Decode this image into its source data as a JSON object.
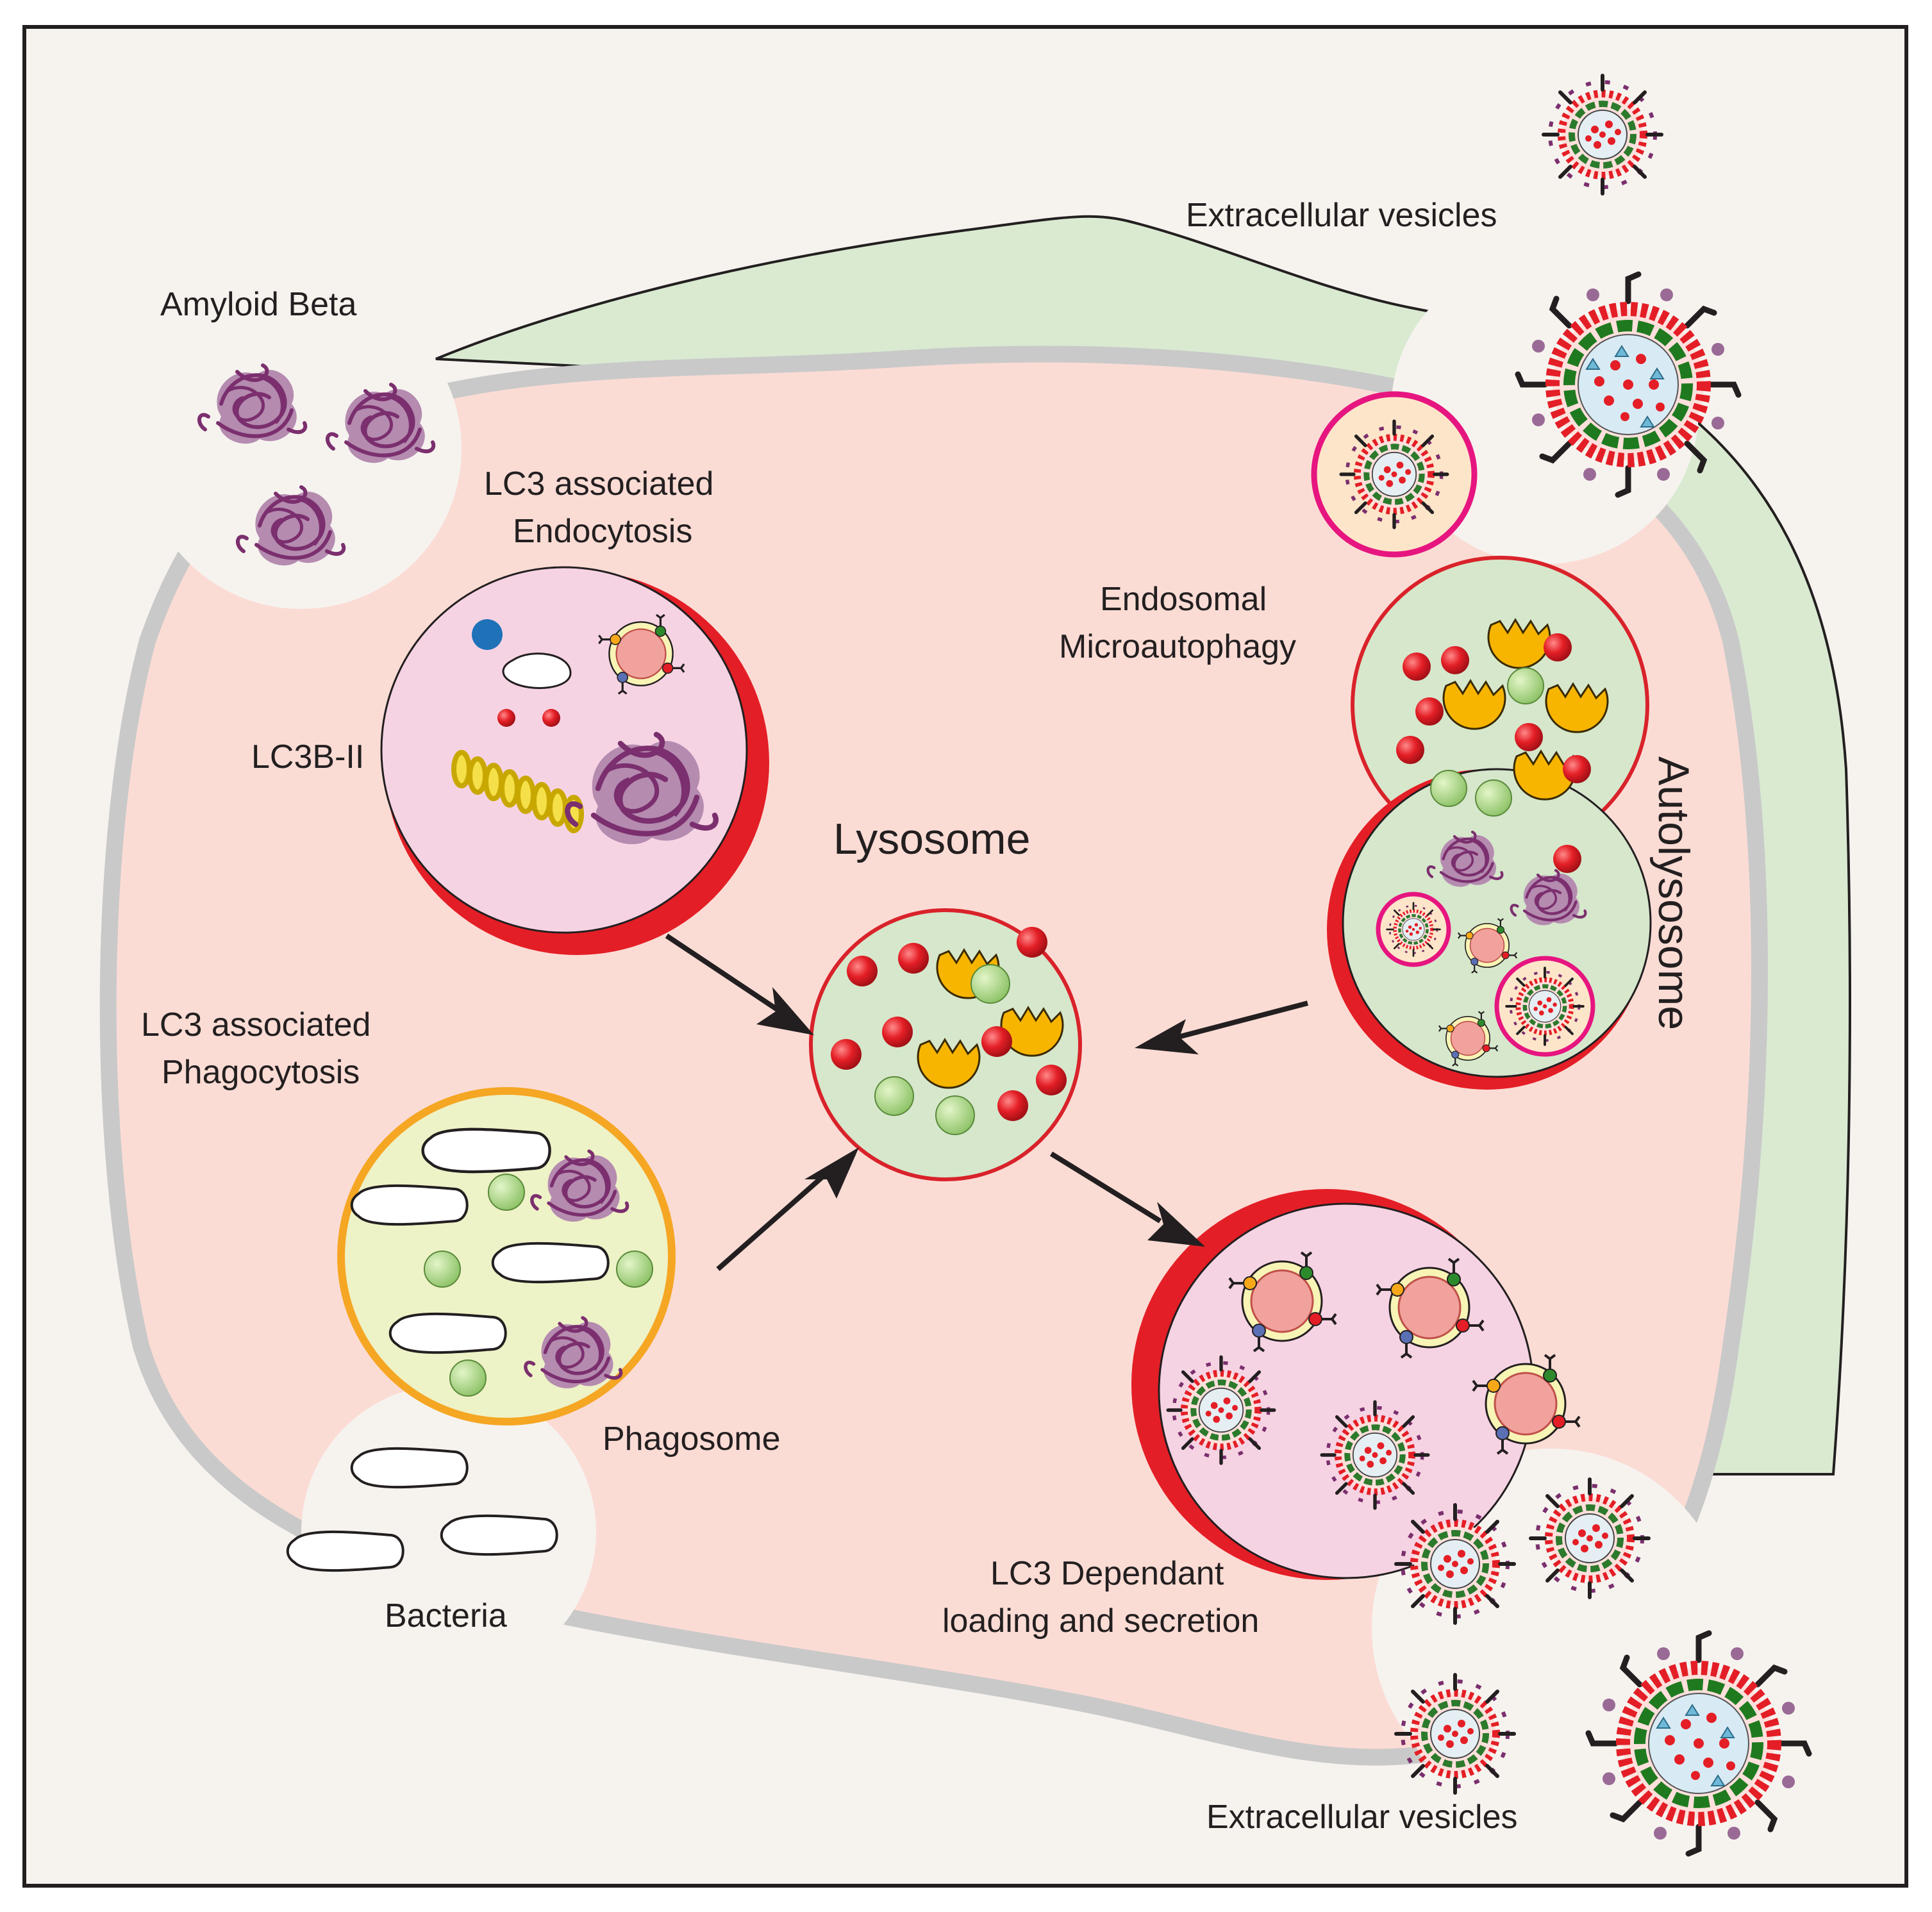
{
  "labels": {
    "ev_top": "Extracellular vesicles",
    "amyloid_beta": "Amyloid Beta",
    "lc3_endocytosis_1": "LC3 associated",
    "lc3_endocytosis_2": "Endocytosis",
    "lc3b_ii": "LC3B-II",
    "endosomal_1": "Endosomal",
    "endosomal_2": "Microautophagy",
    "autolysosome": "Autolysosome",
    "lysosome": "Lysosome",
    "lc3_phagocytosis_1": "LC3 associated",
    "lc3_phagocytosis_2": "Phagocytosis",
    "phagosome": "Phagosome",
    "bacteria": "Bacteria",
    "lc3_secretion_1": "LC3 Dependant",
    "lc3_secretion_2": "loading and secretion",
    "ev_bottom": "Extracellular vesicles"
  },
  "colors": {
    "background": "#f6f3ef",
    "cytoplasm": "#fbdcd5",
    "membrane": "#c9c9c9",
    "extracellular_band": "#d9ead1",
    "lc3_red": "#e41e26",
    "vesicle_pink": "#f6d3e3",
    "lysosome_green": "#d6e7cc",
    "phagosome_yellow": "#eef2c7",
    "phagosome_border": "#f5a623",
    "magenta": "#e6157f",
    "enzyme_yellow": "#f7b500",
    "amyloid_purple": "#7b2f6e"
  }
}
